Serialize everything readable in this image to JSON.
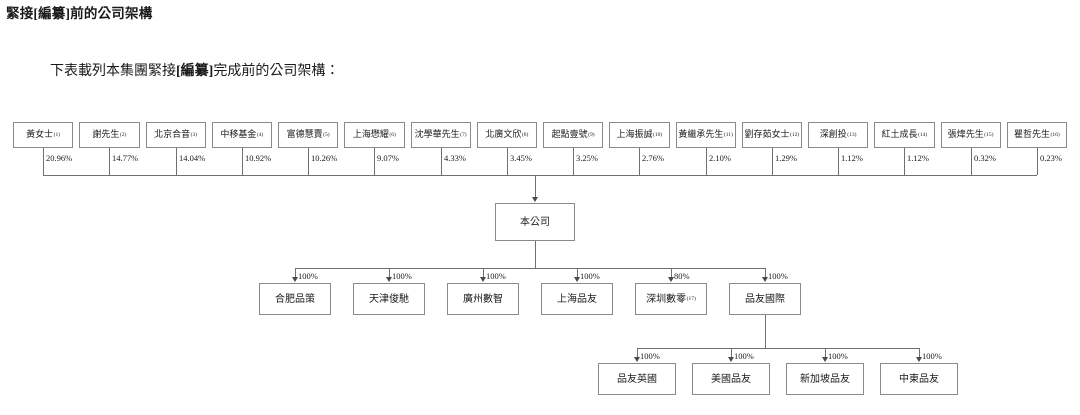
{
  "document": {
    "heading": "緊接[編纂]前的公司架構",
    "lead_prefix": "下表載列本集團緊接",
    "lead_bracket": "[編纂]",
    "lead_suffix": "完成前的公司架構："
  },
  "chart_data": {
    "type": "diagram",
    "title": "緊接[編纂]前的公司架構",
    "company": {
      "label": "本公司"
    },
    "shareholders": [
      {
        "label": "黃女士",
        "note": "(1)",
        "pct": "20.96%"
      },
      {
        "label": "謝先生",
        "note": "(2)",
        "pct": "14.77%"
      },
      {
        "label": "北京合音",
        "note": "(3)",
        "pct": "14.04%"
      },
      {
        "label": "中移基金",
        "note": "(4)",
        "pct": "10.92%"
      },
      {
        "label": "富德慧賣",
        "note": "(5)",
        "pct": "10.26%"
      },
      {
        "label": "上海懋耀",
        "note": "(6)",
        "pct": "9.07%"
      },
      {
        "label": "沈學華先生",
        "note": "(7)",
        "pct": "4.33%"
      },
      {
        "label": "北廣文欣",
        "note": "(8)",
        "pct": "3.45%"
      },
      {
        "label": "起點壹號",
        "note": "(9)",
        "pct": "3.25%"
      },
      {
        "label": "上海振誠",
        "note": "(10)",
        "pct": "2.76%"
      },
      {
        "label": "黃繼承先生",
        "note": "(11)",
        "pct": "2.10%"
      },
      {
        "label": "劉存茹女士",
        "note": "(12)",
        "pct": "1.29%"
      },
      {
        "label": "深創投",
        "note": "(13)",
        "pct": "1.12%"
      },
      {
        "label": "紅土成長",
        "note": "(14)",
        "pct": "1.12%"
      },
      {
        "label": "張煒先生",
        "note": "(15)",
        "pct": "0.32%"
      },
      {
        "label": "瞿哲先生",
        "note": "(16)",
        "pct": "0.23%"
      }
    ],
    "subsidiaries": [
      {
        "label": "合肥品策",
        "note": "",
        "pct": "100%"
      },
      {
        "label": "天津俊馳",
        "note": "",
        "pct": "100%"
      },
      {
        "label": "廣州數智",
        "note": "",
        "pct": "100%"
      },
      {
        "label": "上海品友",
        "note": "",
        "pct": "100%"
      },
      {
        "label": "深圳數零",
        "note": "(17)",
        "pct": "80%"
      },
      {
        "label": "品友國際",
        "note": "",
        "pct": "100%"
      }
    ],
    "sub_subsidiaries": [
      {
        "label": "品友英國",
        "note": "",
        "pct": "100%"
      },
      {
        "label": "美國品友",
        "note": "",
        "pct": "100%"
      },
      {
        "label": "新加坡品友",
        "note": "",
        "pct": "100%"
      },
      {
        "label": "中東品友",
        "note": "",
        "pct": "100%"
      }
    ],
    "parent_of_sub_subsidiaries": "品友國際",
    "colors": {
      "box_border": "#8a8a8a",
      "line": "#6f6f6f",
      "text": "#1a1a1a",
      "background": "#ffffff"
    }
  }
}
